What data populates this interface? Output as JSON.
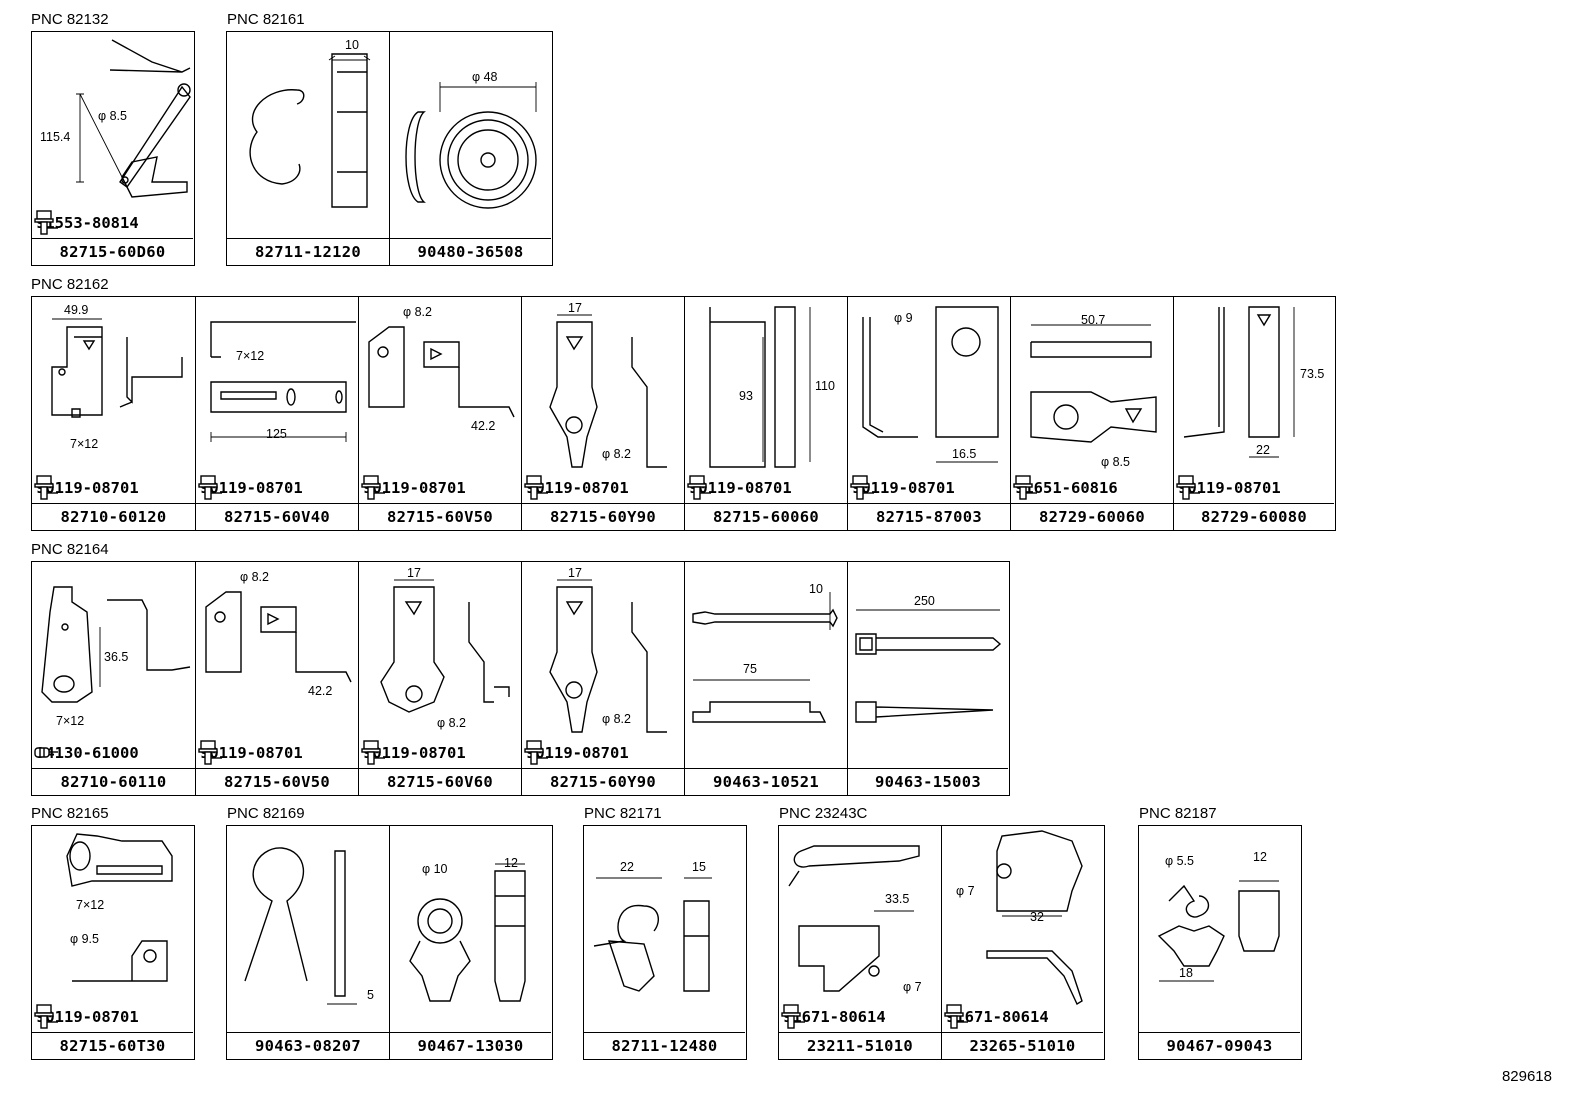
{
  "ref": "829618",
  "groups": [
    {
      "pnc": "PNC 82132",
      "cells": [
        {
          "pn": "82715-60D60",
          "acc": "91553-80814",
          "dims": [
            "115.4",
            "φ 8.5"
          ]
        }
      ]
    },
    {
      "pnc": "PNC 82161",
      "cells": [
        {
          "pn": "82711-12120",
          "dims": [
            "10"
          ]
        },
        {
          "pn": "90480-36508",
          "dims": [
            "φ 48"
          ]
        }
      ]
    },
    {
      "pnc": "PNC 82162",
      "cells": [
        {
          "pn": "82710-60120",
          "acc": "90119-08701",
          "dims": [
            "49.9",
            "7×12"
          ]
        },
        {
          "pn": "82715-60V40",
          "acc": "90119-08701",
          "dims": [
            "7×12",
            "125"
          ]
        },
        {
          "pn": "82715-60V50",
          "acc": "90119-08701",
          "dims": [
            "φ 8.2",
            "42.2"
          ]
        },
        {
          "pn": "82715-60Y90",
          "acc": "90119-08701",
          "dims": [
            "17",
            "φ 8.2"
          ]
        },
        {
          "pn": "82715-60060",
          "acc": "90119-08701",
          "dims": [
            "93",
            "110"
          ]
        },
        {
          "pn": "82715-87003",
          "acc": "90119-08701",
          "dims": [
            "φ 9",
            "16.5"
          ]
        },
        {
          "pn": "82729-60060",
          "acc": "91651-60816",
          "dims": [
            "50.7",
            "φ 8.5"
          ]
        },
        {
          "pn": "82729-60080",
          "acc": "90119-08701",
          "dims": [
            "73.5",
            "22"
          ]
        }
      ]
    },
    {
      "pnc": "PNC 82164",
      "cells": [
        {
          "pn": "82710-60110",
          "acc": "94130-61000",
          "dims": [
            "36.5",
            "7×12"
          ]
        },
        {
          "pn": "82715-60V50",
          "acc": "90119-08701",
          "dims": [
            "φ 8.2",
            "42.2"
          ]
        },
        {
          "pn": "82715-60V60",
          "acc": "90119-08701",
          "dims": [
            "17",
            "φ 8.2"
          ]
        },
        {
          "pn": "82715-60Y90",
          "acc": "90119-08701",
          "dims": [
            "17",
            "φ 8.2"
          ]
        },
        {
          "pn": "90463-10521",
          "dims": [
            "10",
            "75"
          ]
        },
        {
          "pn": "90463-15003",
          "dims": [
            "250"
          ]
        }
      ]
    },
    {
      "pnc": "PNC 82165",
      "cells": [
        {
          "pn": "82715-60T30",
          "acc": "90119-08701",
          "dims": [
            "7×12",
            "φ 9.5"
          ]
        }
      ]
    },
    {
      "pnc": "PNC 82169",
      "cells": [
        {
          "pn": "90463-08207",
          "dims": [
            "5"
          ]
        },
        {
          "pn": "90467-13030",
          "dims": [
            "φ 10",
            "12"
          ]
        }
      ]
    },
    {
      "pnc": "PNC 82171",
      "cells": [
        {
          "pn": "82711-12480",
          "dims": [
            "22",
            "15"
          ]
        }
      ]
    },
    {
      "pnc": "PNC 23243C",
      "cells": [
        {
          "pn": "23211-51010",
          "acc": "91671-80614",
          "dims": [
            "33.5",
            "φ 7"
          ]
        },
        {
          "pn": "23265-51010",
          "acc": "91671-80614",
          "dims": [
            "φ 7",
            "32"
          ]
        }
      ]
    },
    {
      "pnc": "PNC 82187",
      "cells": [
        {
          "pn": "90467-09043",
          "dims": [
            "φ 5.5",
            "12",
            "18"
          ]
        }
      ]
    }
  ]
}
